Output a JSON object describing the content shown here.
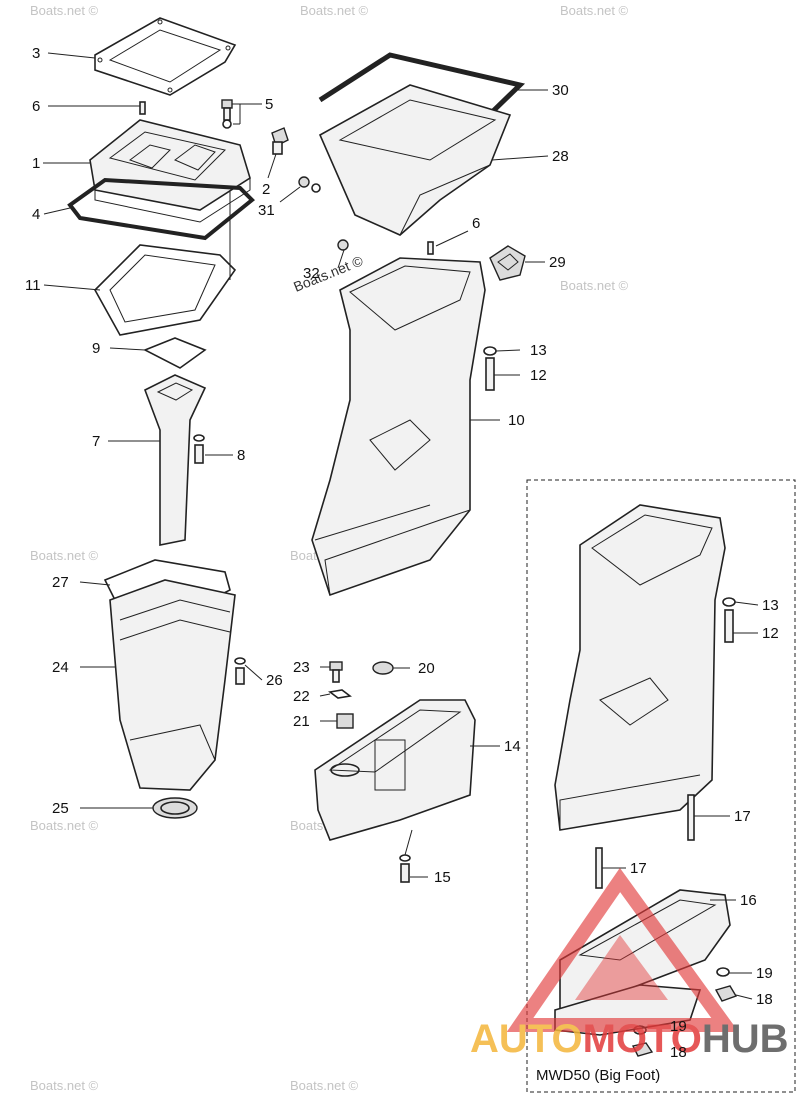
{
  "watermark": "Boats.net ©",
  "variant_caption": "MWD50 (Big Foot)",
  "logo": {
    "part1": "AUTO",
    "part2": "MOTO",
    "part3": "HUB",
    "color1": "#f4b63a",
    "color2": "#e23a3a",
    "color3": "#555555"
  },
  "callouts": {
    "c3": "3",
    "c6a": "6",
    "c5": "5",
    "c1": "1",
    "c2": "2",
    "c4": "4",
    "c31": "31",
    "c11": "11",
    "c32": "32",
    "c30": "30",
    "c28": "28",
    "c6b": "6",
    "c29": "29",
    "c9": "9",
    "c13a": "13",
    "c12a": "12",
    "c10": "10",
    "c7": "7",
    "c8": "8",
    "c27": "27",
    "c24": "24",
    "c26": "26",
    "c25": "25",
    "c23": "23",
    "c20": "20",
    "c22": "22",
    "c21": "21",
    "c14": "14",
    "c15": "15",
    "c13b": "13",
    "c12b": "12",
    "c17a": "17",
    "c17b": "17",
    "c16": "16",
    "c19a": "19",
    "c18a": "18",
    "c19b": "19",
    "c18b": "18"
  }
}
